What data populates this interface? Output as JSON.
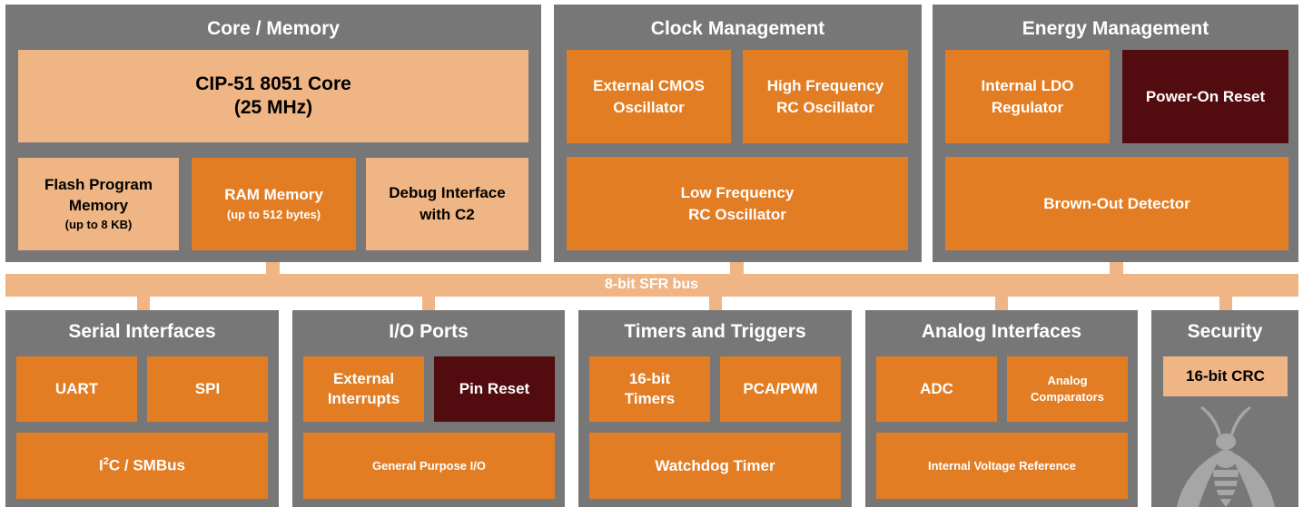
{
  "colors": {
    "panel": "#787778",
    "light_block": "#efb584",
    "orange_block": "#e27d24",
    "dark_block": "#520b0f",
    "bus": "#efb584"
  },
  "core_memory": {
    "title": "Core / Memory",
    "cpu": {
      "line1": "CIP-51 8051 Core",
      "line2": "(25 MHz)"
    },
    "flash": {
      "line1": "Flash Program",
      "line2": "Memory",
      "line3": "(up to 8 KB)"
    },
    "ram": {
      "line1": "RAM Memory",
      "line2": "(up to 512 bytes)"
    },
    "debug": {
      "line1": "Debug Interface",
      "line2": "with C2"
    }
  },
  "clock": {
    "title": "Clock Management",
    "ext_cmos": {
      "line1": "External CMOS",
      "line2": "Oscillator"
    },
    "hf_rc": {
      "line1": "High Frequency",
      "line2": "RC Oscillator"
    },
    "lf_rc": {
      "line1": "Low Frequency",
      "line2": "RC Oscillator"
    }
  },
  "energy": {
    "title": "Energy Management",
    "ldo": {
      "line1": "Internal LDO",
      "line2": "Regulator"
    },
    "por": "Power-On Reset",
    "bod": "Brown-Out Detector"
  },
  "bus": {
    "label": "8-bit SFR bus"
  },
  "serial": {
    "title": "Serial Interfaces",
    "uart": "UART",
    "spi": "SPI",
    "i2c": {
      "i": "I",
      "sup": "2",
      "rest": "C / SMBus"
    }
  },
  "io": {
    "title": "I/O Ports",
    "ext_int": {
      "line1": "External",
      "line2": "Interrupts"
    },
    "pin_reset": "Pin Reset",
    "gpio": "General Purpose I/O"
  },
  "timers": {
    "title": "Timers and Triggers",
    "t16": {
      "line1": "16-bit",
      "line2": "Timers"
    },
    "pca": "PCA/PWM",
    "wdt": "Watchdog Timer"
  },
  "analog": {
    "title": "Analog Interfaces",
    "adc": "ADC",
    "comp": {
      "line1": "Analog",
      "line2": "Comparators"
    },
    "vref": "Internal Voltage Reference"
  },
  "security": {
    "title": "Security",
    "crc": "16-bit CRC",
    "logo_icon": "bee-logo-icon"
  }
}
